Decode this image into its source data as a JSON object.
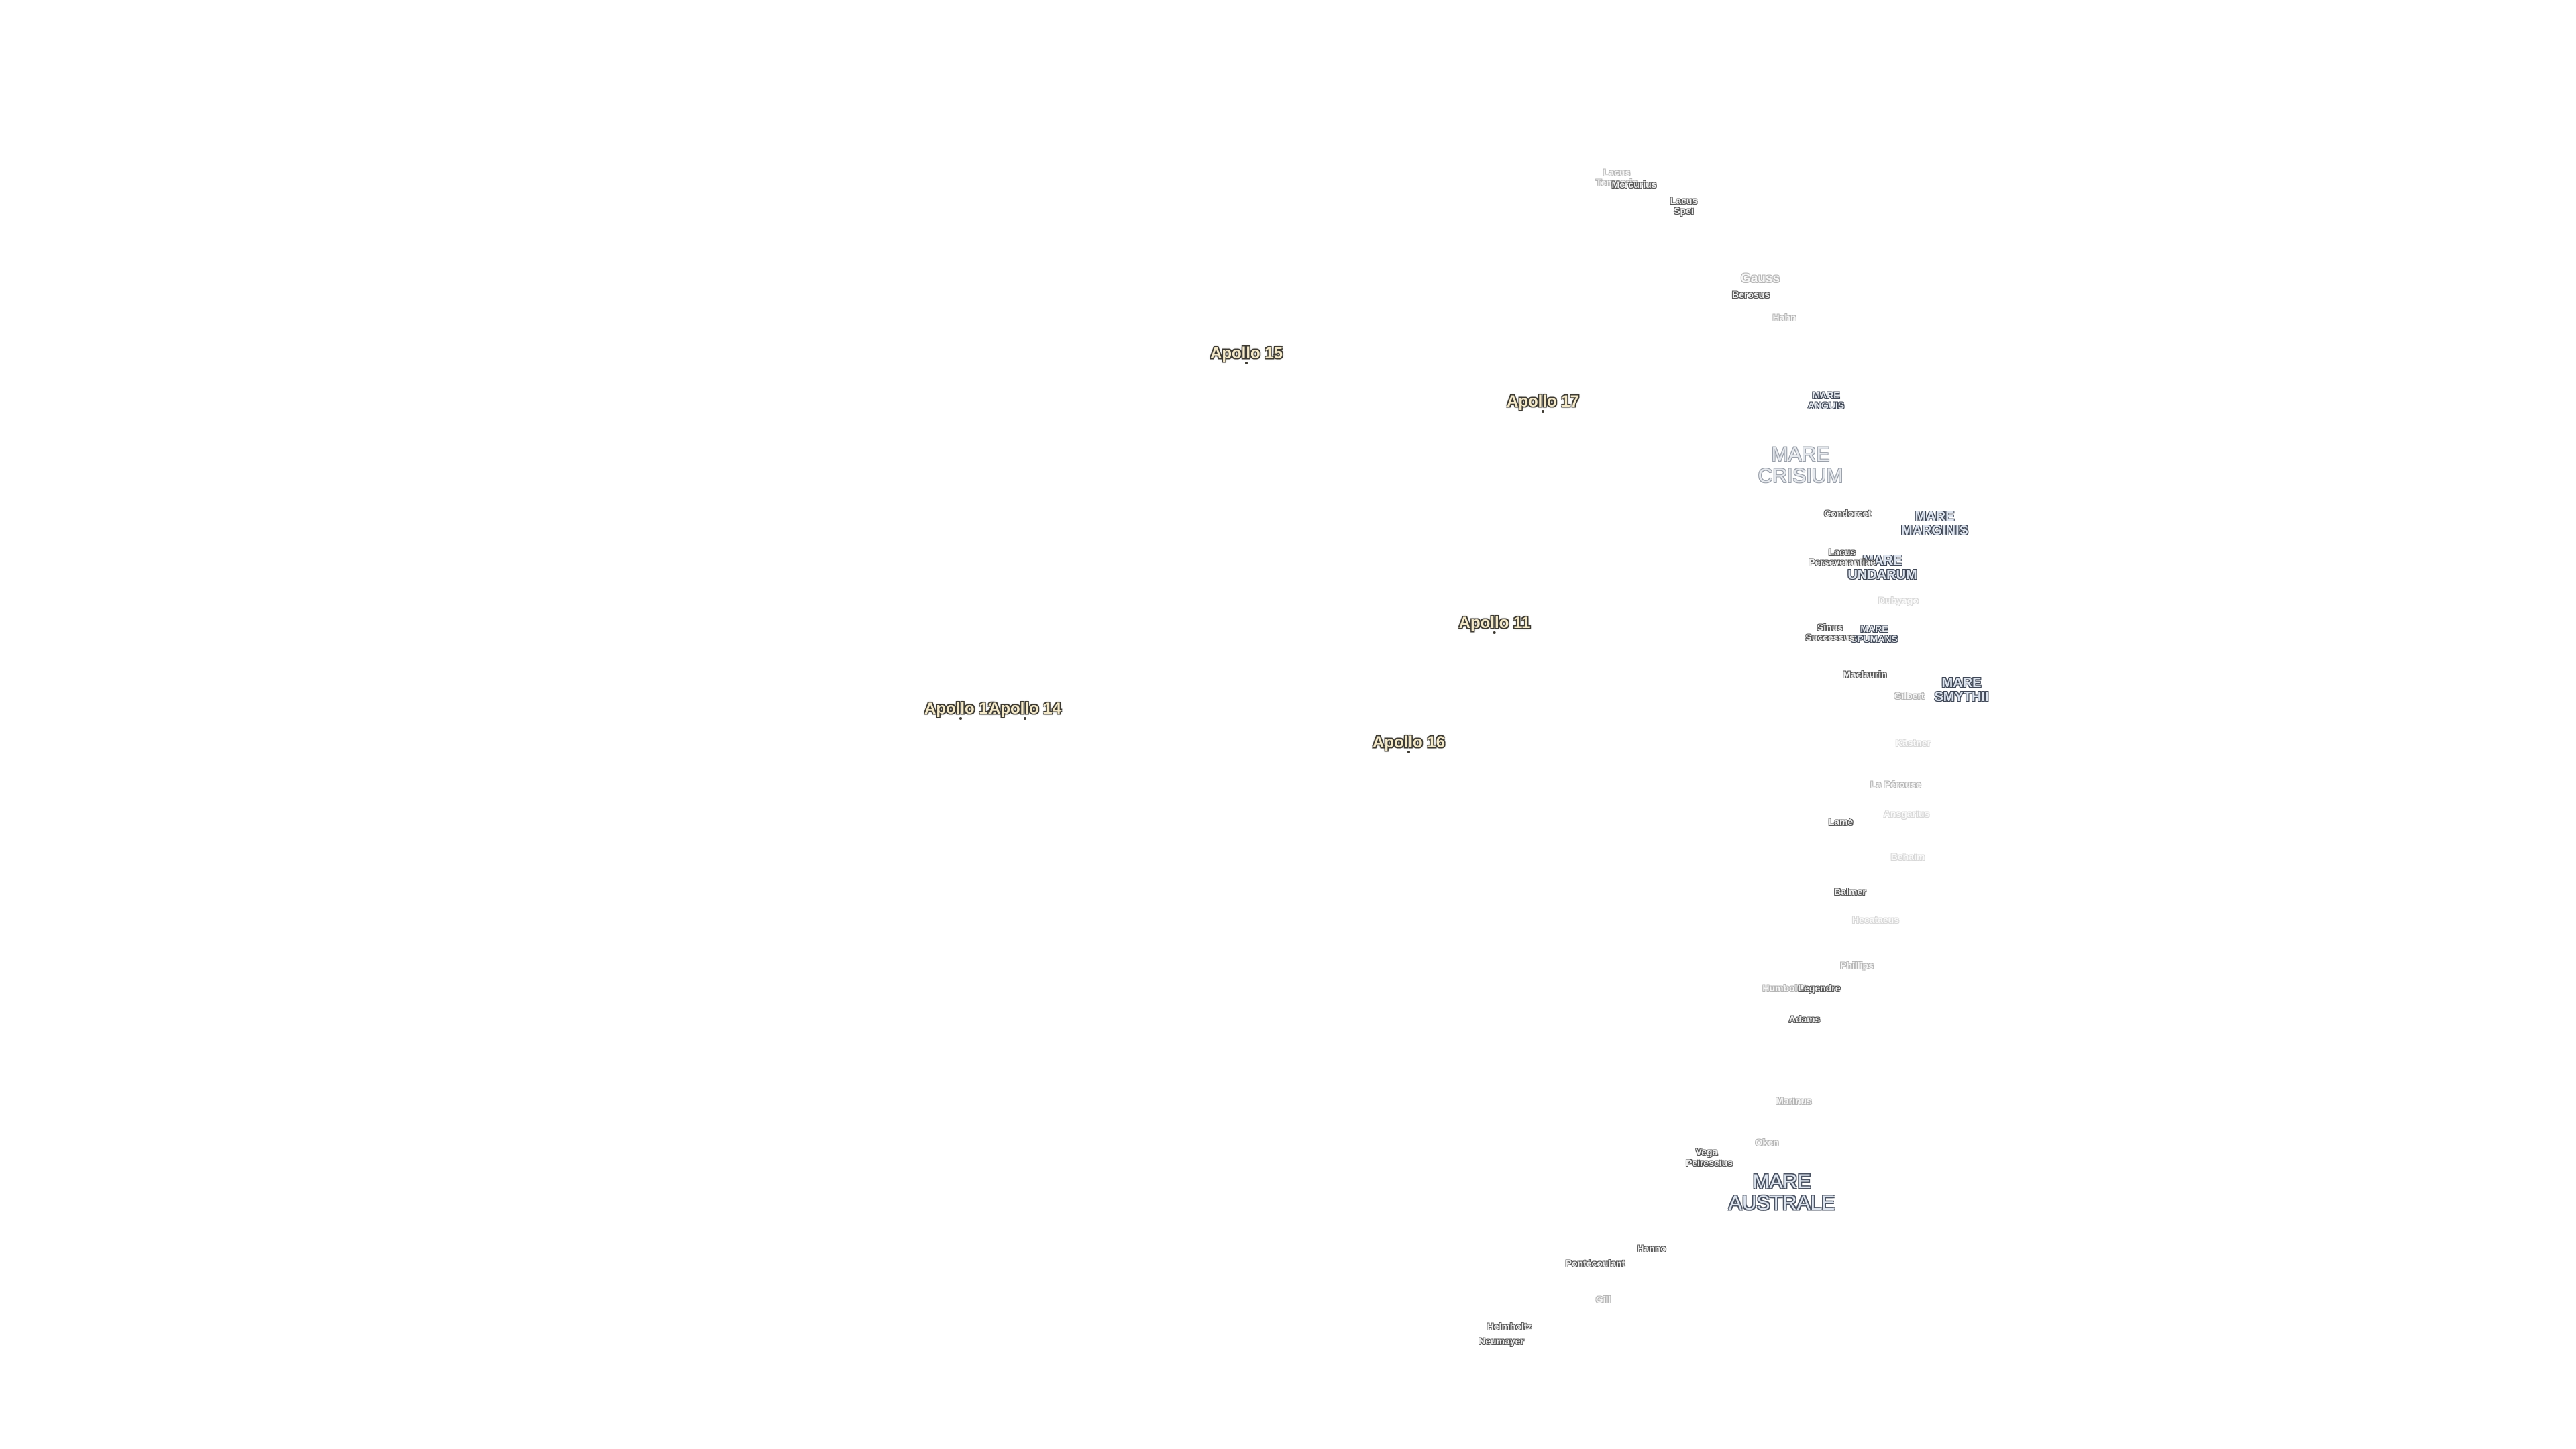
{
  "apollo_sites": [
    {
      "key": "apollo15",
      "label": "Apollo 15"
    },
    {
      "key": "apollo17",
      "label": "Apollo 17"
    },
    {
      "key": "apollo11",
      "label": "Apollo 11"
    },
    {
      "key": "apollo12",
      "label": "Apollo 12"
    },
    {
      "key": "apollo14",
      "label": "Apollo 14"
    },
    {
      "key": "apollo16",
      "label": "Apollo 16"
    }
  ],
  "maria": {
    "crisium": {
      "line1": "MARE",
      "line2": "CRISIUM"
    },
    "australe": {
      "line1": "MARE",
      "line2": "AUSTRALE"
    },
    "marginis": {
      "line1": "MARE",
      "line2": "MARGINIS"
    },
    "undarum": {
      "line1": "MARE",
      "line2": "UNDARUM"
    },
    "smythii": {
      "line1": "MARE",
      "line2": "SMYTHII"
    },
    "anguis": {
      "line1": "MARE",
      "line2": "ANGUIS"
    },
    "spumans": {
      "line1": "MARE",
      "line2": "SPUMANS"
    }
  },
  "lacus_sinus": {
    "lacus_temporis": {
      "line1": "Lacus",
      "line2": "Temporis"
    },
    "lacus_spei": {
      "line1": "Lacus",
      "line2": "Spei"
    },
    "lacus_perseverantiae": {
      "line1": "Lacus",
      "line2": "Perseverantiae"
    },
    "sinus_successus": {
      "line1": "Sinus",
      "line2": "Successus"
    }
  },
  "craters": {
    "mercurius": "Mercurius",
    "gauss": "Gauss",
    "berosus": "Berosus",
    "hahn": "Hahn",
    "condorcet": "Condorcet",
    "dubyago": "Dubyago",
    "maclaurin": "Maclaurin",
    "gilbert": "Gilbert",
    "kastner": "Kästner",
    "la_perouse": "La Pérouse",
    "ansgarius": "Ansgarius",
    "lame": "Lamé",
    "behaim": "Behaim",
    "balmer": "Balmer",
    "hecataeus": "Hecataeus",
    "phillips": "Phillips",
    "humboldt": "Humboldt",
    "legendre": "Legendre",
    "adams": "Adams",
    "marinus": "Marinus",
    "oken": "Oken",
    "vega": "Vega",
    "peirescius": "Peirescius",
    "hanno": "Hanno",
    "pontecoulant": "Pontécoulant",
    "gill": "Gill",
    "helmholtz": "Helmholtz",
    "neumayer": "Neumayer"
  },
  "colors": {
    "background": "#ffffff",
    "apollo_fill": "#f4e9c9",
    "apollo_outline": "#3d3a32",
    "mare_fill": "#dde4ef",
    "mare_outline": "#4a5262",
    "crater_fill": "#f0f0f0",
    "crater_outline": "#555555"
  }
}
